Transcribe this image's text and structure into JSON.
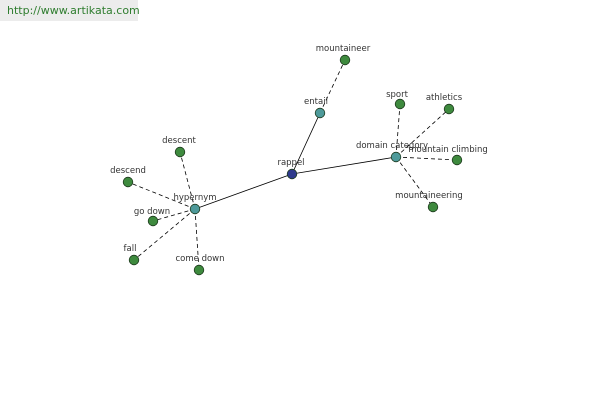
{
  "banner": {
    "url": "http://www.artikata.com"
  },
  "colors": {
    "center": "#2e3a8c",
    "relation": "#4e9a9a",
    "leaf": "#3e8a3e",
    "edge": "#000000"
  },
  "graph": {
    "center": {
      "id": "rappel",
      "label": "rappel"
    },
    "relations": [
      {
        "id": "entail",
        "label": "entail",
        "leaves": [
          "mountaineer"
        ]
      },
      {
        "id": "domain",
        "label": "domain category",
        "leaves": [
          "sport",
          "athletics",
          "mountain climbing",
          "mountaineering"
        ]
      },
      {
        "id": "hypernym",
        "label": "hypernym",
        "leaves": [
          "descent",
          "descend",
          "go down",
          "fall",
          "come down"
        ]
      }
    ]
  }
}
